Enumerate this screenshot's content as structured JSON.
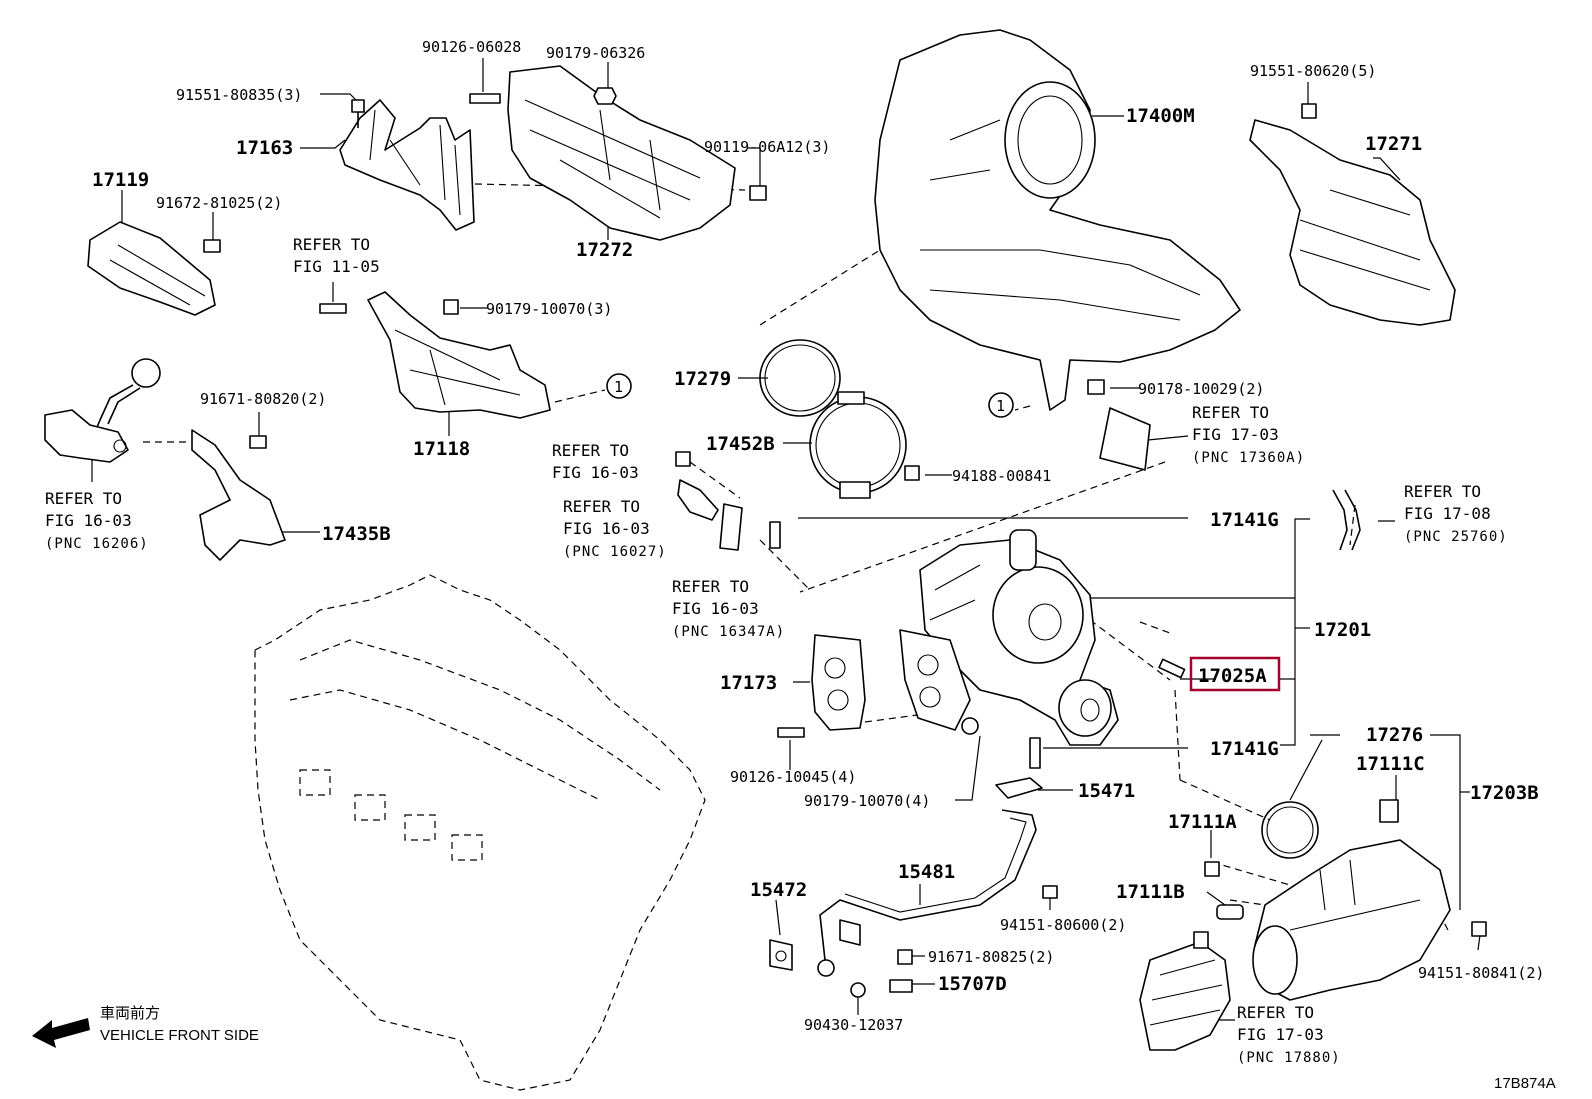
{
  "diagram": {
    "figure_code": "17B874A",
    "direction_label_jp": "車両前方",
    "direction_label_en": "VEHICLE FRONT SIDE",
    "highlight_color": "#a4002a",
    "callout_number": "1",
    "labels": {
      "p90126_06028": "90126-06028",
      "p90179_06326": "90179-06326",
      "p91551_80835": "91551-80835(3)",
      "p17163": "17163",
      "p90119_06a12": "90119-06A12(3)",
      "p17272": "17272",
      "p17119": "17119",
      "p91672_81025": "91672-81025(2)",
      "p17118": "17118",
      "p90179_10070_3": "90179-10070(3)",
      "p91671_80820": "91671-80820(2)",
      "p17435b": "17435B",
      "p17400m": "17400M",
      "p91551_80620": "91551-80620(5)",
      "p17271": "17271",
      "p17279": "17279",
      "p17452b": "17452B",
      "p94188_00841": "94188-00841",
      "p90178_10029": "90178-10029(2)",
      "p17141g_top": "17141G",
      "p17201": "17201",
      "p17025a": "17025A",
      "p17141g_bottom": "17141G",
      "p17173": "17173",
      "p90126_10045": "90126-10045(4)",
      "p90179_10070_4": "90179-10070(4)",
      "p15471": "15471",
      "p17276": "17276",
      "p17111c": "17111C",
      "p17203b": "17203B",
      "p17111a": "17111A",
      "p17111b": "17111B",
      "p15481": "15481",
      "p15472": "15472",
      "p94151_80600": "94151-80600(2)",
      "p91671_80825": "91671-80825(2)",
      "p15707d": "15707D",
      "p90430_12037": "90430-12037",
      "p94151_80841": "94151-80841(2)"
    },
    "references": {
      "refer_to": "REFER TO",
      "fig_11_05": "FIG 11-05",
      "fig_16_03": "FIG 16-03",
      "fig_17_03": "FIG 17-03",
      "fig_17_08": "FIG 17-08",
      "pnc_16206": "(PNC 16206)",
      "pnc_16027": "(PNC 16027)",
      "pnc_16347a": "(PNC 16347A)",
      "pnc_17360a": "(PNC 17360A)",
      "pnc_25760": "(PNC 25760)",
      "pnc_17880": "(PNC 17880)"
    }
  }
}
